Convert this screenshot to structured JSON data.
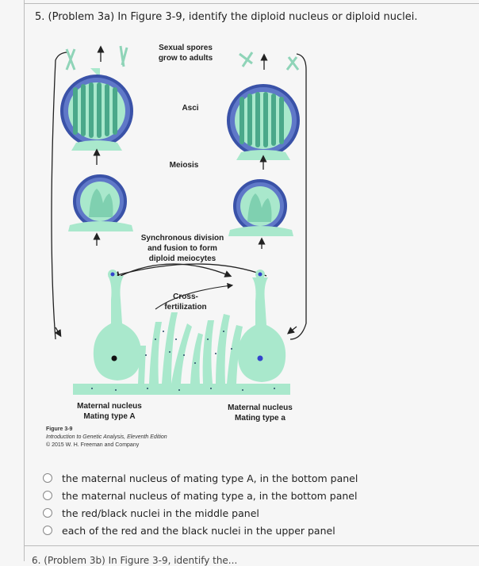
{
  "question": {
    "text": "5. (Problem 3a) In Figure 3-9, identify the diploid nucleus or diploid nuclei."
  },
  "figure": {
    "labels": {
      "sexual_spores": "Sexual spores",
      "grow_to_adults": "grow to adults",
      "asci": "Asci",
      "meiosis": "Meiosis",
      "sync_line1": "Synchronous division",
      "sync_line2": "and fusion to form",
      "sync_line3": "diploid meiocytes",
      "cross1": "Cross-",
      "cross2": "fertilization",
      "left_nucleus": "Maternal nucleus",
      "left_mating": "Mating type A",
      "right_nucleus": "Maternal nucleus",
      "right_mating": "Mating type a"
    },
    "caption": {
      "title": "Figure 3-9",
      "book": "Introduction to Genetic Analysis, Eleventh Edition",
      "copyright": "© 2015 W. H. Freeman and Company"
    },
    "colors": {
      "cell": "#a9e8cc",
      "cell_dark": "#6fc4a6",
      "ascus_outline": "#3a52a8",
      "arrow": "#222222",
      "nucleus_black": "#111111",
      "nucleus_blue": "#3344cc"
    }
  },
  "options": [
    {
      "label": "the maternal nucleus of mating type A, in the bottom panel"
    },
    {
      "label": "the maternal nucleus of mating type a, in the bottom panel"
    },
    {
      "label": "the red/black nuclei in the middle panel"
    },
    {
      "label": "each of the red and the black nuclei in the upper panel"
    }
  ],
  "next_question": {
    "text": "6. (Problem 3b) In Figure 3-9, identify the..."
  }
}
